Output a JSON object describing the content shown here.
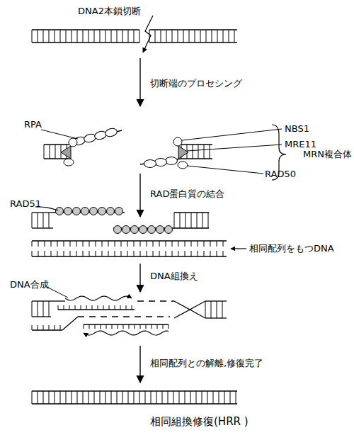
{
  "diagram": {
    "caption": "相同組換修復(HRR )",
    "labels": [
      "DNA2本鎖切断",
      "切断端のプロセシング",
      "RPA",
      "NBS1",
      "MRE11",
      "MRN複合体",
      "RAD50",
      "RAD蛋白質の結合",
      "RAD51",
      "相同配列をもつDNA",
      "DNA組換え",
      "DNA合成",
      "相同配列との解離,修復完了"
    ]
  }
}
